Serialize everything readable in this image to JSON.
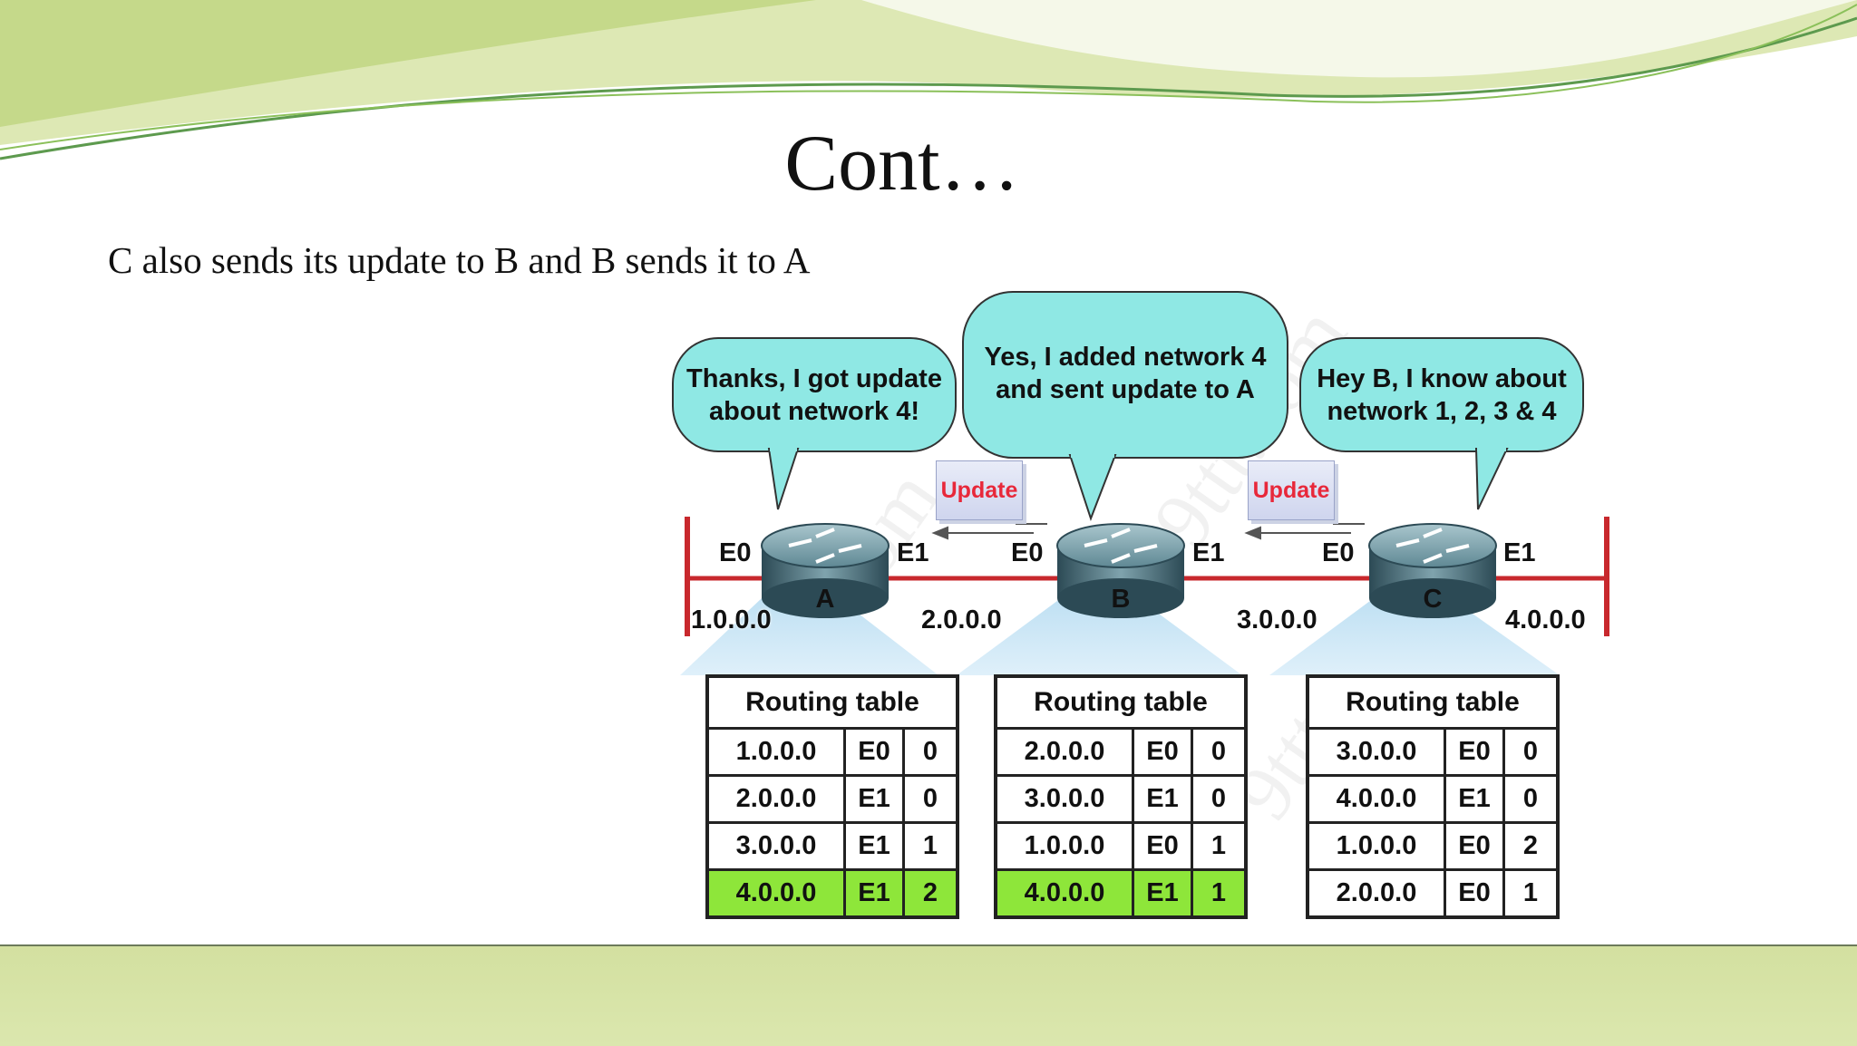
{
  "slide": {
    "title": "Cont…",
    "subtitle": "C also sends its update to B and B sends it to A"
  },
  "diagram": {
    "bubbles": {
      "a": "Thanks, I got update\nabout network 4!",
      "b": "Yes, I added network 4\nand sent update to A",
      "c": "Hey B, I know about\nnetwork 1, 2, 3 & 4"
    },
    "update_label": "Update",
    "routers": [
      {
        "name": "A",
        "left_iface": "E0",
        "right_iface": "E1"
      },
      {
        "name": "B",
        "left_iface": "E0",
        "right_iface": "E1"
      },
      {
        "name": "C",
        "left_iface": "E0",
        "right_iface": "E1"
      }
    ],
    "networks": [
      "1.0.0.0",
      "2.0.0.0",
      "3.0.0.0",
      "4.0.0.0"
    ],
    "tables": [
      {
        "title": "Routing table",
        "rows": [
          {
            "net": "1.0.0.0",
            "iface": "E0",
            "hops": "0",
            "highlight": false
          },
          {
            "net": "2.0.0.0",
            "iface": "E1",
            "hops": "0",
            "highlight": false
          },
          {
            "net": "3.0.0.0",
            "iface": "E1",
            "hops": "1",
            "highlight": false
          },
          {
            "net": "4.0.0.0",
            "iface": "E1",
            "hops": "2",
            "highlight": true
          }
        ]
      },
      {
        "title": "Routing table",
        "rows": [
          {
            "net": "2.0.0.0",
            "iface": "E0",
            "hops": "0",
            "highlight": false
          },
          {
            "net": "3.0.0.0",
            "iface": "E1",
            "hops": "0",
            "highlight": false
          },
          {
            "net": "1.0.0.0",
            "iface": "E0",
            "hops": "1",
            "highlight": false
          },
          {
            "net": "4.0.0.0",
            "iface": "E1",
            "hops": "1",
            "highlight": true
          }
        ]
      },
      {
        "title": "Routing table",
        "rows": [
          {
            "net": "3.0.0.0",
            "iface": "E0",
            "hops": "0",
            "highlight": false
          },
          {
            "net": "4.0.0.0",
            "iface": "E1",
            "hops": "0",
            "highlight": false
          },
          {
            "net": "1.0.0.0",
            "iface": "E0",
            "hops": "2",
            "highlight": false
          },
          {
            "net": "2.0.0.0",
            "iface": "E0",
            "hops": "1",
            "highlight": false
          }
        ]
      }
    ],
    "watermark": "9ttt.com",
    "colors": {
      "bubble": "#8fe8e4",
      "link": "#c8282d",
      "highlight_row": "#8ee63a",
      "update_text": "#e8283a",
      "footer": "#d3e0a0"
    }
  }
}
